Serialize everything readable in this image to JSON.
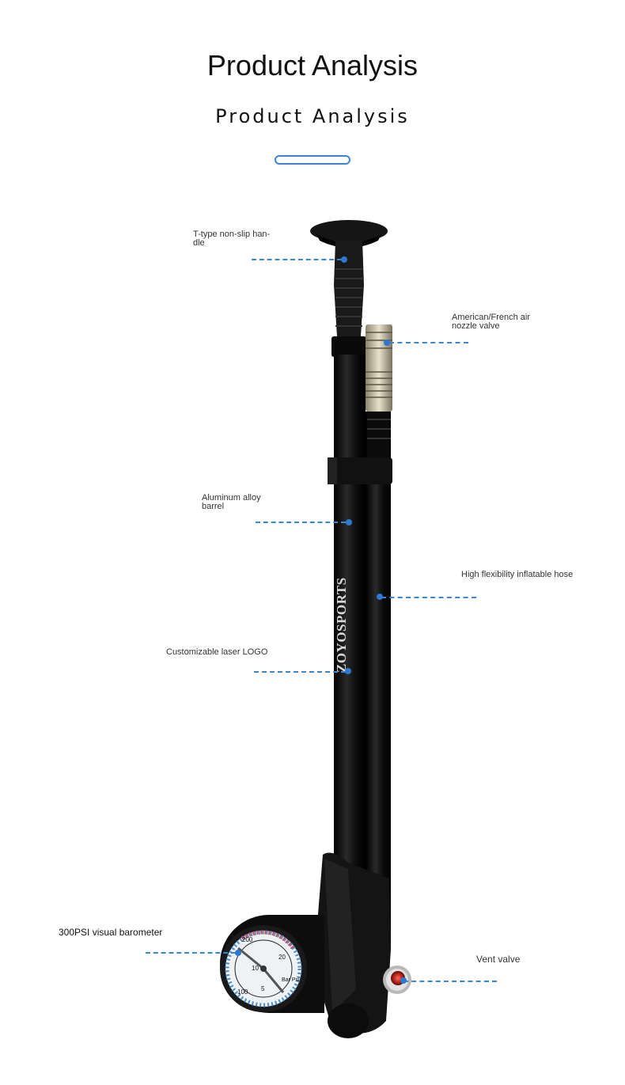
{
  "header": {
    "title": "Product Analysis",
    "subtitle": "Product Analysis"
  },
  "product": {
    "brand_logo": "ZOYOSPORTS",
    "gauge_units": "Bar Psi",
    "gauge_numbers": [
      "200",
      "100",
      "10",
      "20",
      "5",
      "0"
    ]
  },
  "callouts": {
    "handle": "T-type non-slip han-dle",
    "nozzle": "American/French air nozzle valve",
    "barrel": "Aluminum alloy barrel",
    "hose": "High flexibility inflatable hose",
    "logo": "Customizable laser LOGO",
    "gauge": "300PSI visual barometer",
    "vent": "Vent valve"
  },
  "colors": {
    "accent": "#3a86d6",
    "pump_body": "#111111",
    "vent_red": "#c0392b"
  }
}
